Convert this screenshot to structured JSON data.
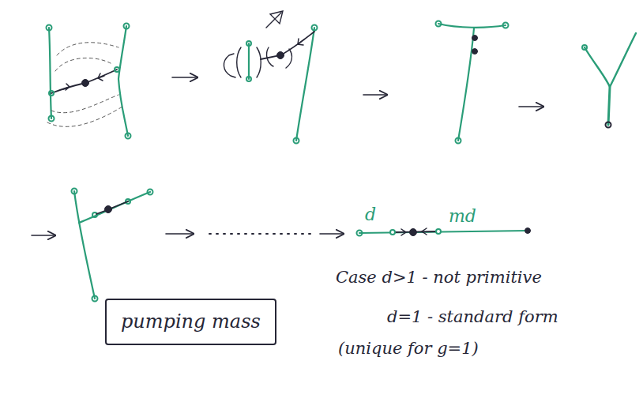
{
  "diagram": {
    "nodes": [
      {
        "text": [
          "pumping mass"
        ]
      }
    ],
    "edges": [],
    "labels": [
      "d",
      "md",
      "Case d>1 - not primitive",
      "d=1 - standard form",
      "(unique for g=1)"
    ]
  }
}
